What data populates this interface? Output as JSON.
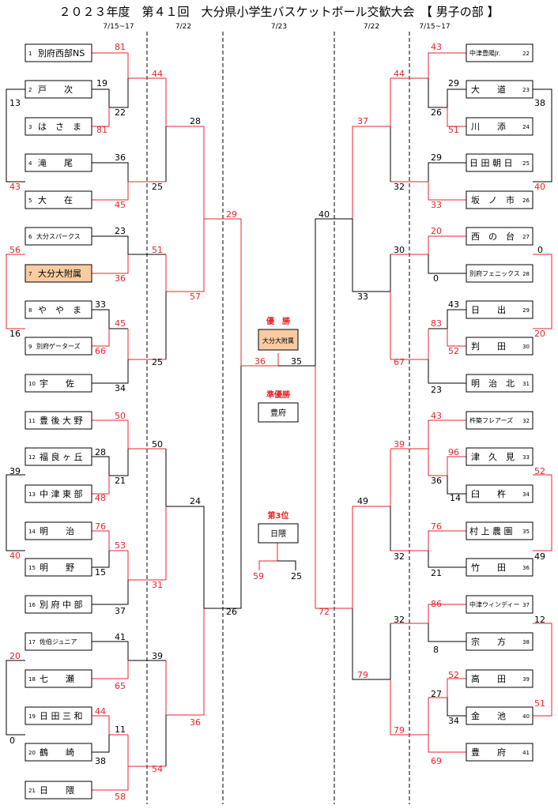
{
  "title": "２０２３年度　第４１回　大分県小学生バスケットボール交歓大会　【 男子の部 】",
  "dates": {
    "left_first": "7/15~17",
    "left_second": "7/22",
    "center": "7/23",
    "right_second": "7/22",
    "right_first": "7/15~17"
  },
  "teams": [
    {
      "no": "1",
      "name": "別府西部NS"
    },
    {
      "no": "2",
      "name": "戸　　次"
    },
    {
      "no": "3",
      "name": "は　さ　ま"
    },
    {
      "no": "4",
      "name": "滝　　尾"
    },
    {
      "no": "5",
      "name": "大　　在"
    },
    {
      "no": "6",
      "name": "大分スパークス"
    },
    {
      "no": "7",
      "name": "大分大附属"
    },
    {
      "no": "8",
      "name": "や　や　ま"
    },
    {
      "no": "9",
      "name": "別府ゲーターズ"
    },
    {
      "no": "10",
      "name": "宇　　佐"
    },
    {
      "no": "11",
      "name": "豊 後 大 野"
    },
    {
      "no": "12",
      "name": "福 良 ヶ 丘"
    },
    {
      "no": "13",
      "name": "中 津 東 部"
    },
    {
      "no": "14",
      "name": "明　　治"
    },
    {
      "no": "15",
      "name": "明　　野"
    },
    {
      "no": "16",
      "name": "別 府 中 部"
    },
    {
      "no": "17",
      "name": "佐伯ジュニア"
    },
    {
      "no": "18",
      "name": "七　　瀬"
    },
    {
      "no": "19",
      "name": "日 田 三 和"
    },
    {
      "no": "20",
      "name": "鶴　　崎"
    },
    {
      "no": "21",
      "name": "日　　隈"
    },
    {
      "no": "22",
      "name": "中津豊陽Jr."
    },
    {
      "no": "23",
      "name": "大　　道"
    },
    {
      "no": "24",
      "name": "川　　添"
    },
    {
      "no": "25",
      "name": "日 田 朝 日"
    },
    {
      "no": "26",
      "name": "坂　ノ　市"
    },
    {
      "no": "27",
      "name": "西　の　台"
    },
    {
      "no": "28",
      "name": "別府フェニックス"
    },
    {
      "no": "29",
      "name": "日　　出"
    },
    {
      "no": "30",
      "name": "判　　田"
    },
    {
      "no": "31",
      "name": "明　治　北"
    },
    {
      "no": "32",
      "name": "杵築フレアーズ"
    },
    {
      "no": "33",
      "name": "津　久　見"
    },
    {
      "no": "34",
      "name": "臼　　杵"
    },
    {
      "no": "35",
      "name": "村 上 農 園"
    },
    {
      "no": "36",
      "name": "竹　　田"
    },
    {
      "no": "37",
      "name": "中津ウィンディー"
    },
    {
      "no": "38",
      "name": "宗　　方"
    },
    {
      "no": "39",
      "name": "高　　田"
    },
    {
      "no": "40",
      "name": "金　　池"
    },
    {
      "no": "41",
      "name": "豊　　府"
    }
  ],
  "scores": [
    "81",
    "19",
    "22",
    "81",
    "13",
    "43",
    "36",
    "45",
    "44",
    "25",
    "28",
    "23",
    "51",
    "36",
    "56",
    "16",
    "33",
    "45",
    "66",
    "57",
    "25",
    "34",
    "29",
    "36",
    "50",
    "28",
    "21",
    "48",
    "39",
    "40",
    "76",
    "53",
    "15",
    "31",
    "37",
    "24",
    "26",
    "41",
    "20",
    "65",
    "39",
    "44",
    "0",
    "11",
    "38",
    "54",
    "36",
    "58",
    "43",
    "29",
    "26",
    "51",
    "38",
    "40",
    "44",
    "29",
    "33",
    "32",
    "37",
    "20",
    "30",
    "0",
    "0",
    "33",
    "43",
    "83",
    "52",
    "20",
    "67",
    "23",
    "40",
    "43",
    "39",
    "96",
    "36",
    "14",
    "52",
    "49",
    "76",
    "32",
    "21",
    "49",
    "72",
    "86",
    "32",
    "8",
    "12",
    "52",
    "27",
    "34",
    "51",
    "79",
    "79",
    "69",
    "35"
  ],
  "champion": {
    "label": "優　勝",
    "team": "大分大附属"
  },
  "runner_up": {
    "label": "準優勝",
    "team": "豊府"
  },
  "third": {
    "label": "第3位",
    "team": "日隈",
    "score_left": "59",
    "score_right": "25"
  }
}
